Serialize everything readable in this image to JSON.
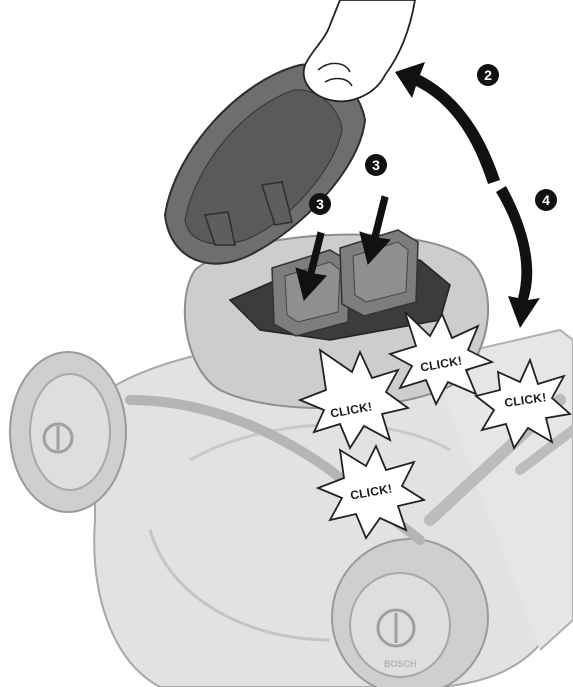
{
  "steps": {
    "open_lid": "2",
    "insert_left": "3",
    "insert_right": "3",
    "close_lid": "4"
  },
  "sounds": {
    "click_1": "CLICK!",
    "click_2": "CLICK!",
    "click_3": "CLICK!",
    "click_4": "CLICK!"
  },
  "brand": {
    "logo": "BOSCH"
  },
  "colors": {
    "body_light": "#dcdcdc",
    "body_outline": "#9a9a9a",
    "lid_dark": "#6b6b6b",
    "battery": "#7a7a7a",
    "arrow": "#111111",
    "step_badge": "#111111"
  }
}
